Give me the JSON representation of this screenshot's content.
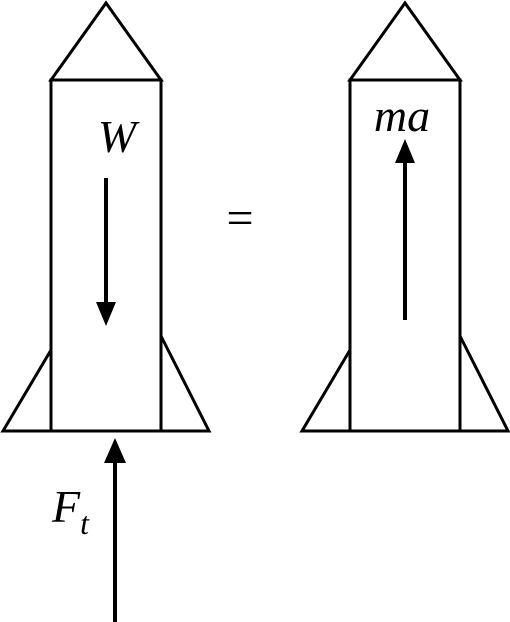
{
  "diagram": {
    "labels": {
      "weight": "W",
      "thrust_main": "F",
      "thrust_sub": "t",
      "equals": "=",
      "mass_accel": "ma"
    },
    "colors": {
      "stroke": "#000000",
      "background": "#ffffff"
    }
  }
}
